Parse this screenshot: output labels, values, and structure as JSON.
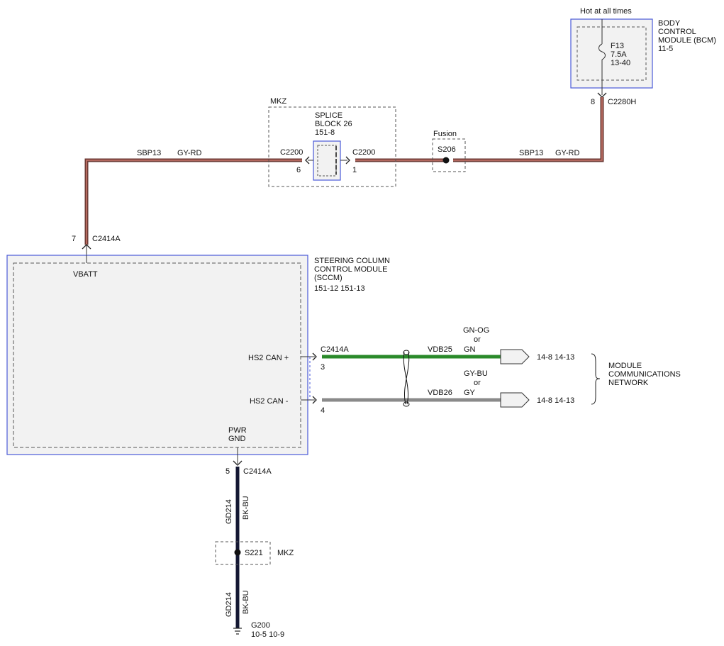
{
  "power": {
    "hot_label": "Hot at all times",
    "bcm_title": [
      "BODY",
      "CONTROL",
      "MODULE (BCM)",
      "11-5"
    ],
    "fuse": [
      "F13",
      "7.5A",
      "13-40"
    ],
    "pin": "8",
    "connector": "C2280H"
  },
  "top_wire": {
    "left_circuit": "SBP13",
    "left_color": "GY-RD",
    "right_circuit": "SBP13",
    "right_color": "GY-RD"
  },
  "splice_block": {
    "variant": "MKZ",
    "title": [
      "SPLICE",
      "BLOCK 26",
      "151-8"
    ],
    "left_connector": "C2200",
    "left_pin": "6",
    "right_connector": "C2200",
    "right_pin": "1"
  },
  "fusion_splice": {
    "variant": "Fusion",
    "splice": "S206"
  },
  "sccm": {
    "top_pin": "7",
    "top_connector": "C2414A",
    "vbatt": "VBATT",
    "title": [
      "STEERING COLUMN",
      "CONTROL MODULE",
      "(SCCM)",
      "151-12   151-13"
    ],
    "can_plus": "HS2 CAN +",
    "can_minus": "HS2 CAN -",
    "pwr_gnd": [
      "PWR",
      "GND"
    ],
    "bottom_pin": "5",
    "bottom_connector": "C2414A"
  },
  "can_bus": {
    "connector": "C2414A",
    "plus_pin": "3",
    "minus_pin": "4",
    "plus_circuit": "VDB25",
    "plus_color_alt": "GN-OG",
    "or": "or",
    "plus_color": "GN",
    "minus_circuit": "VDB26",
    "minus_color_alt": "GY-BU",
    "minus_color": "GY",
    "plus_ref": "14-8    14-13",
    "minus_ref": "14-8    14-13",
    "network": [
      "MODULE",
      "COMMUNICATIONS",
      "NETWORK"
    ]
  },
  "ground": {
    "circuit_upper": "GD214",
    "color_upper": "BK-BU",
    "splice": "S221",
    "variant": "MKZ",
    "circuit_lower": "GD214",
    "color_lower": "BK-BU",
    "ground_id": "G200",
    "ground_refs": "10-5    10-9"
  },
  "colors": {
    "gy_rd_outer": "#6b3a34",
    "gy_rd_inner": "#c9766c",
    "gn": "#2a8a2a",
    "gy": "#8a8a8a",
    "bk_bu": "#141833",
    "module_border": "#4a5ad8",
    "module_fill": "#f2f2f2",
    "dash": "#555555"
  }
}
